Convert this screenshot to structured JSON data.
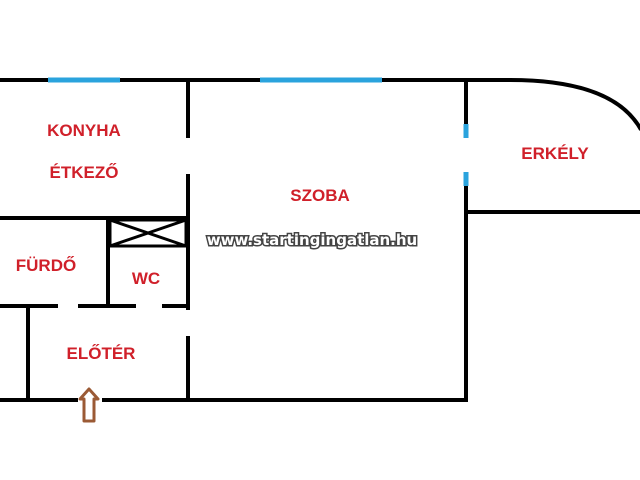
{
  "colors": {
    "wall": "#000000",
    "window": "#2aa3dd",
    "label": "#d0202a",
    "entrance_arrow": "#9b5a35",
    "background": "#ffffff",
    "watermark_text": "#ffffff",
    "watermark_outline": "#444444"
  },
  "rooms": {
    "konyha": "KONYHA",
    "etkezo": "ÉTKEZŐ",
    "szoba": "SZOBA",
    "erkely": "ERKÉLY",
    "furdo": "FÜRDŐ",
    "wc": "WC",
    "eloter": "ELŐTÉR"
  },
  "watermark": "www.startingingatlan.hu",
  "icons": {
    "entrance": "up-arrow-icon",
    "shaft": "crossed-box-icon"
  }
}
